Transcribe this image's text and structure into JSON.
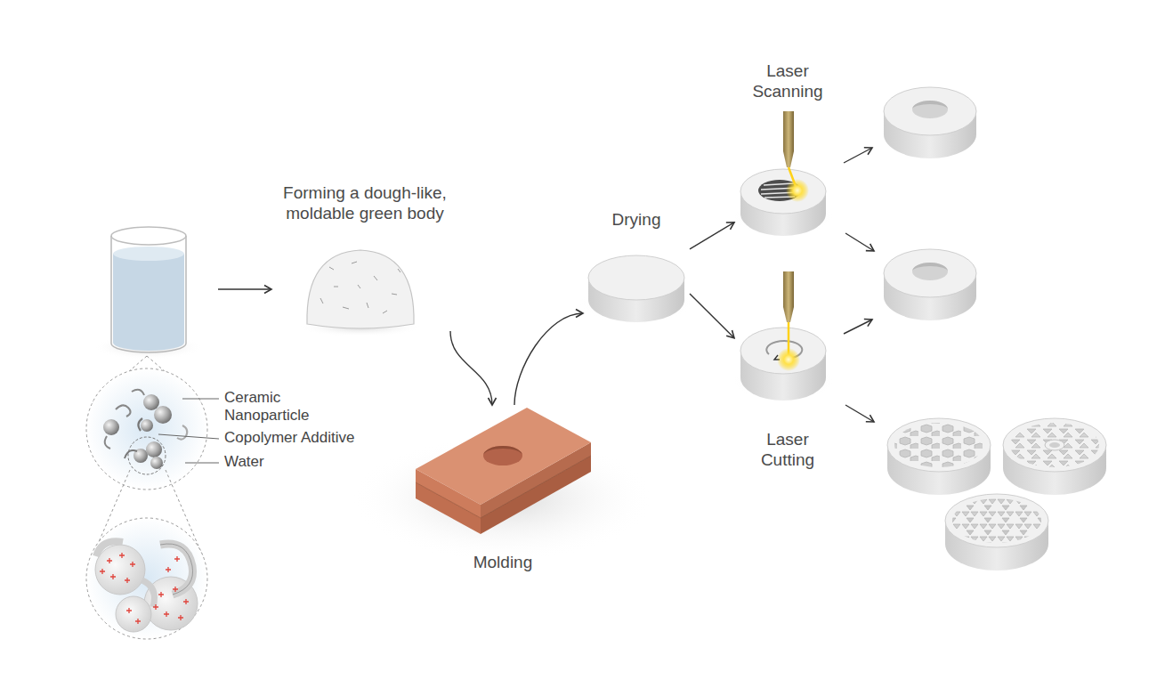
{
  "diagram": {
    "nodes": [
      {
        "text": [
          "Forming a dough-like, moldable green body"
        ]
      },
      {
        "text": [
          "Molding"
        ]
      },
      {
        "text": [
          "Drying"
        ]
      },
      {
        "text": [
          "Laser Scanning"
        ]
      },
      {
        "text": [
          "Laser Cutting"
        ]
      }
    ],
    "edges": [
      {
        "from": 0,
        "to": 1,
        "arrow": "to"
      },
      {
        "from": 1,
        "to": 2,
        "arrow": "to"
      },
      {
        "from": 2,
        "to": 3,
        "arrow": "to"
      },
      {
        "from": 2,
        "to": 4,
        "arrow": "to"
      }
    ],
    "labels": [
      "Ceramic Nanoparticle",
      "Copolymer Additive",
      "Water"
    ]
  }
}
